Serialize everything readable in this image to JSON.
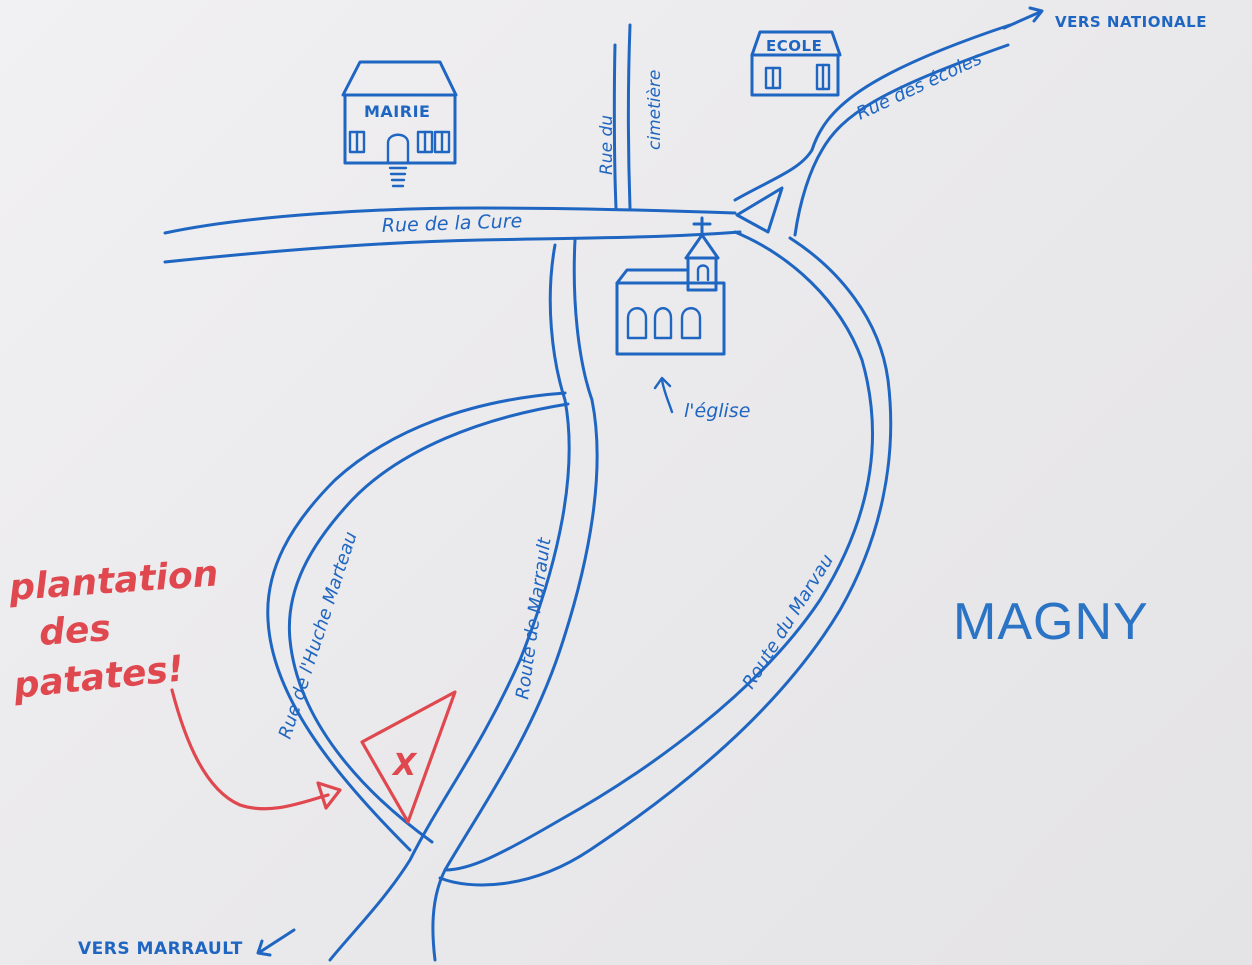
{
  "map": {
    "town_name": "MAGNY",
    "streets": {
      "rue_de_la_cure": "Rue de la Cure",
      "rue_du_cimetiere_line1": "Rue du",
      "rue_du_cimetiere_line2": "cimetière",
      "rue_des_ecoles": "Rue des écoles",
      "rue_huche_marteau": "Rue de l'Huche Marteau",
      "route_de_marrault": "Route de Marrault",
      "route_du_marvau": "Route du Marvau"
    },
    "buildings": {
      "mairie": "MAIRIE",
      "ecole": "ECOLE",
      "eglise_label": "l'église"
    },
    "directions": {
      "vers_nationale": "VERS NATIONALE",
      "vers_marrault": "VERS MARRAULT"
    },
    "annotation": {
      "line1": "plantation",
      "line2": "des",
      "line3": "patates!",
      "marker": "X"
    },
    "colors": {
      "ink_blue": "#1f66c2",
      "marker_red": "#e0484f",
      "paper": "#ecebec"
    }
  }
}
